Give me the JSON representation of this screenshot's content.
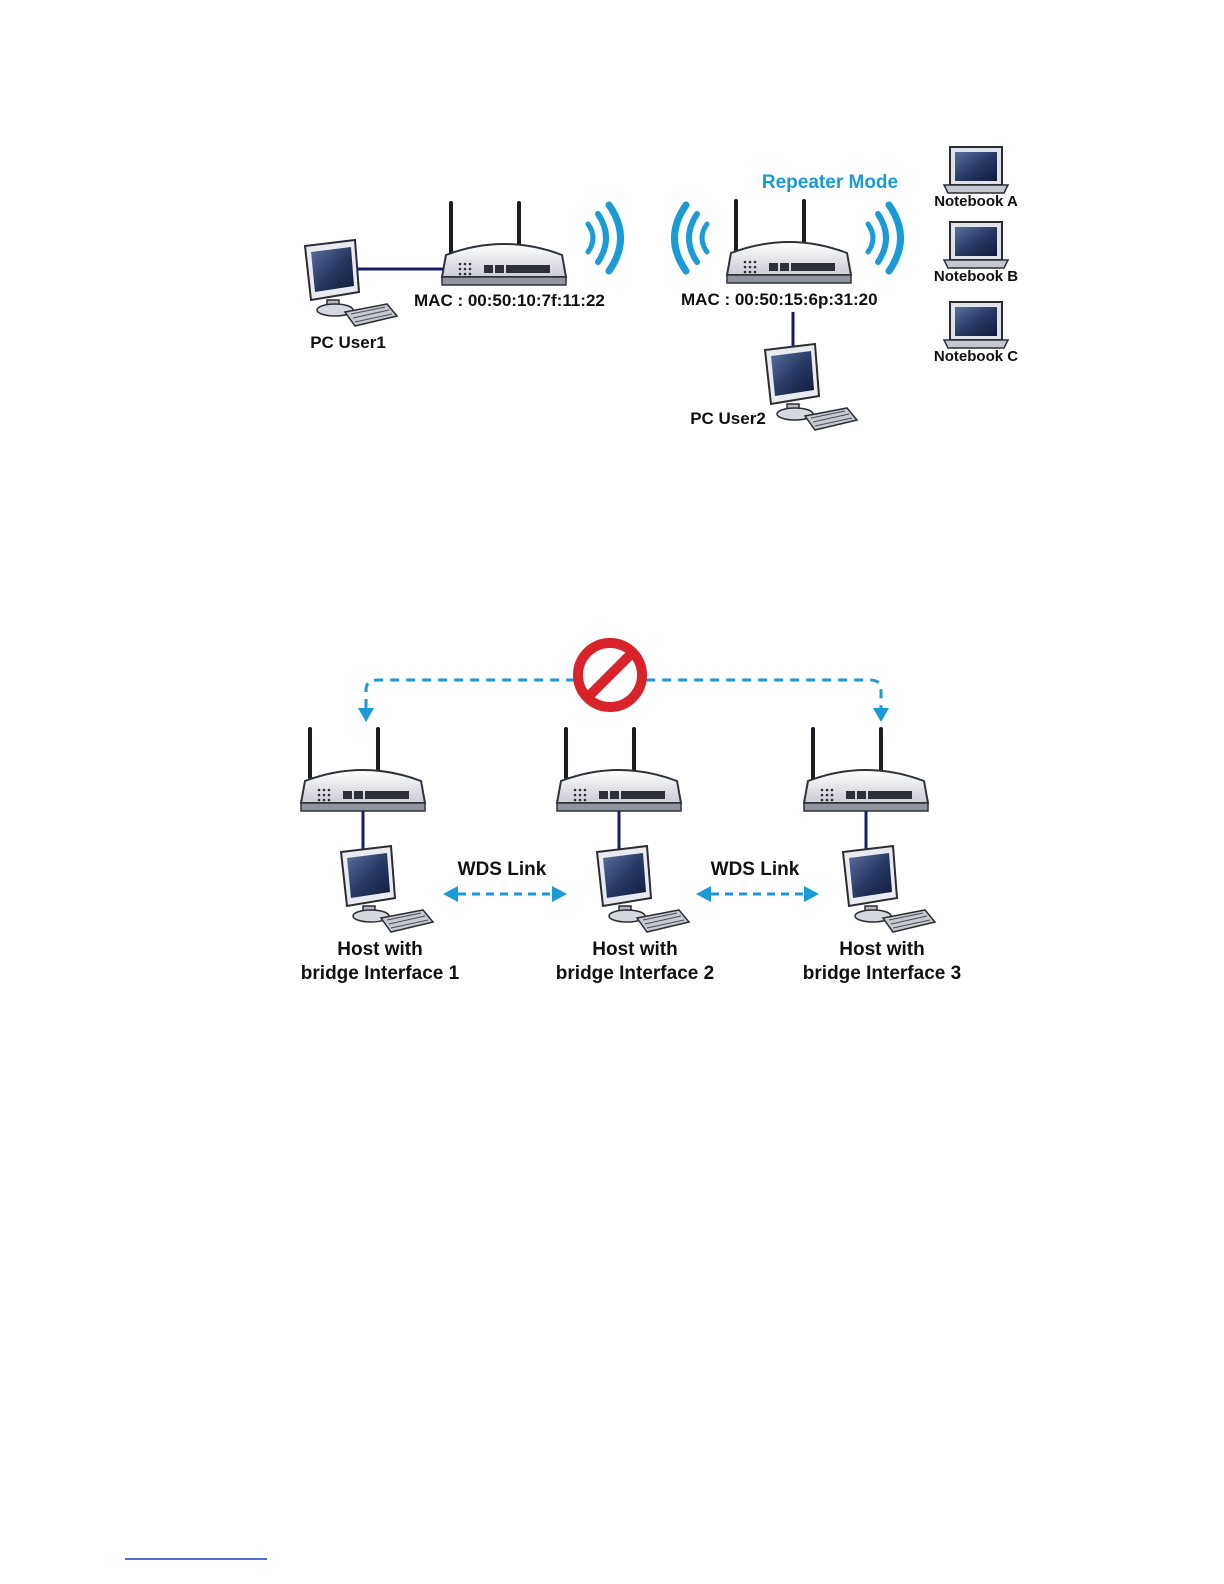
{
  "diagram1": {
    "mode_label": "Repeater Mode",
    "pc_user1": "PC User1",
    "pc_user2": "PC User2",
    "mac_prefix": "MAC",
    "router1_mac": "00:50:10:7f:11:22",
    "router2_mac": "00:50:15:6p:31:20",
    "notebooks": [
      "Notebook A",
      "Notebook B",
      "Notebook C"
    ]
  },
  "diagram2": {
    "wds_link_label": "WDS Link",
    "hosts": [
      {
        "line1": "Host with",
        "line2": "bridge Interface 1"
      },
      {
        "line1": "Host with",
        "line2": "bridge Interface 2"
      },
      {
        "line1": "Host with",
        "line2": "bridge Interface 3"
      }
    ]
  },
  "colors": {
    "accent_blue": "#1a9ad6",
    "prohibit_red": "#d8232a",
    "link_navy": "#1b1b6b"
  }
}
